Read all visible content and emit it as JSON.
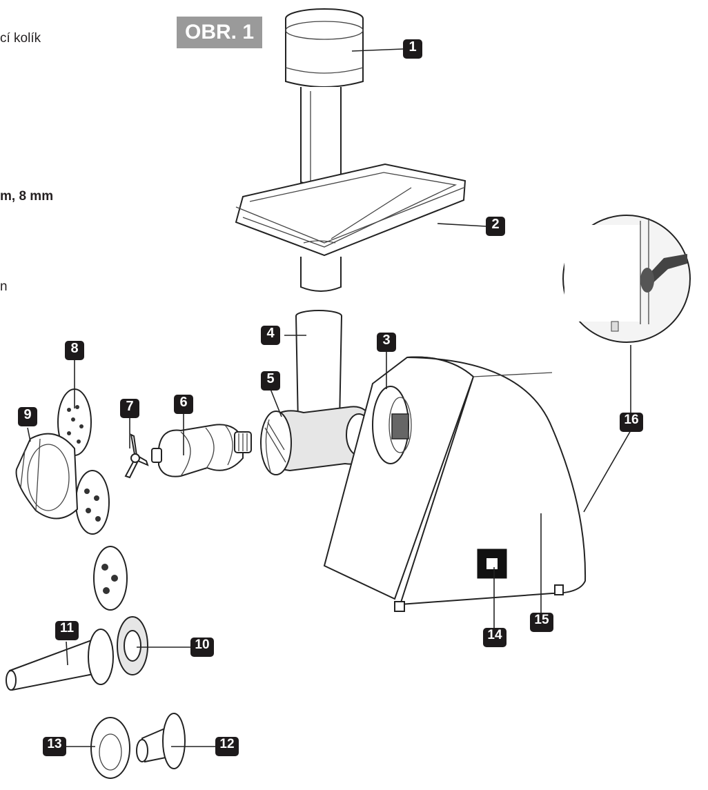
{
  "figure_tag": "OBR. 1",
  "side_text": {
    "line1": "cí kolík",
    "line2": "m, 8 mm",
    "line3": "n"
  },
  "callouts": [
    "1",
    "2",
    "3",
    "4",
    "5",
    "6",
    "7",
    "8",
    "9",
    "10",
    "11",
    "12",
    "13",
    "14",
    "15",
    "16"
  ]
}
